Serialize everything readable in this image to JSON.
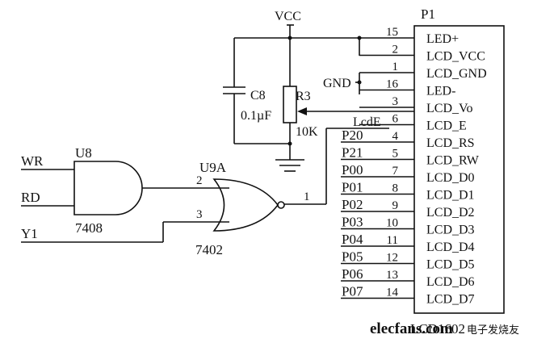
{
  "connector": {
    "ref": "P1",
    "part": "LCD1602",
    "pins": [
      {
        "num": "15",
        "name": "LED+"
      },
      {
        "num": "2",
        "name": "LCD_VCC"
      },
      {
        "num": "1",
        "name": "LCD_GND"
      },
      {
        "num": "16",
        "name": "LED-"
      },
      {
        "num": "3",
        "name": "LCD_Vo"
      },
      {
        "num": "6",
        "name": "LCD_E"
      },
      {
        "num": "4",
        "name": "LCD_RS"
      },
      {
        "num": "5",
        "name": "LCD_RW"
      },
      {
        "num": "7",
        "name": "LCD_D0"
      },
      {
        "num": "8",
        "name": "LCD_D1"
      },
      {
        "num": "9",
        "name": "LCD_D2"
      },
      {
        "num": "10",
        "name": "LCD_D3"
      },
      {
        "num": "11",
        "name": "LCD_D4"
      },
      {
        "num": "12",
        "name": "LCD_D5"
      },
      {
        "num": "13",
        "name": "LCD_D6"
      },
      {
        "num": "14",
        "name": "LCD_D7"
      }
    ]
  },
  "nets": {
    "vcc": "VCC",
    "gnd": "GND",
    "lcde": "LcdE",
    "ports": [
      "P20",
      "P21",
      "P00",
      "P01",
      "P02",
      "P03",
      "P04",
      "P05",
      "P06",
      "P07"
    ]
  },
  "capacitor": {
    "ref": "C8",
    "value": "0.1µF"
  },
  "potentiometer": {
    "ref": "R3",
    "value": "10K"
  },
  "and_gate": {
    "ref": "U8",
    "part": "7408",
    "input_a": "WR",
    "input_b": "RD"
  },
  "nor_gate": {
    "ref": "U9A",
    "part": "7402",
    "pin_a": "2",
    "pin_b": "3",
    "pin_out": "1",
    "input_y": "Y1"
  },
  "watermark": {
    "brand": "elecfans.com",
    "cn": "电子发烧友"
  }
}
